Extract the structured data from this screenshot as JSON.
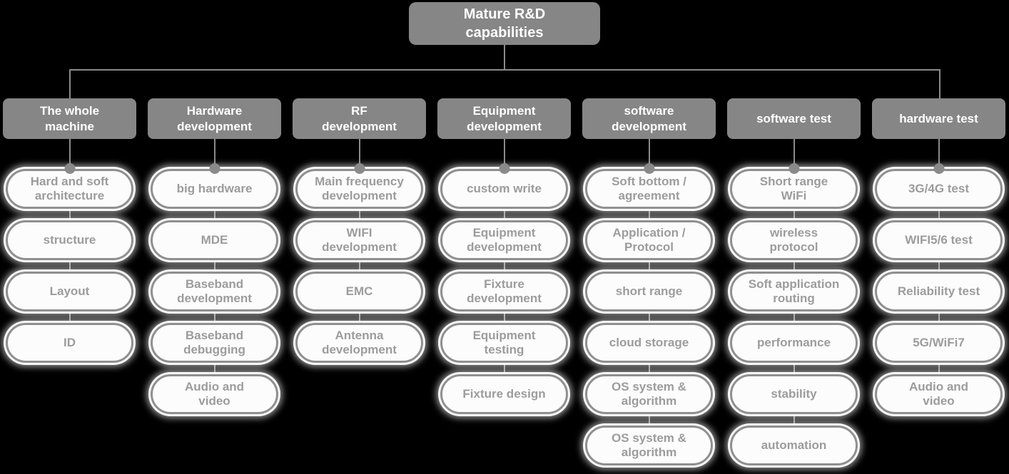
{
  "root": {
    "label": "Mature R&D\ncapabilities"
  },
  "columns": [
    {
      "header": "The whole\nmachine",
      "items": [
        "Hard and soft\narchitecture",
        "structure",
        "Layout",
        "ID"
      ]
    },
    {
      "header": "Hardware\ndevelopment",
      "items": [
        "big hardware",
        "MDE",
        "Baseband\ndevelopment",
        "Baseband\ndebugging",
        "Audio and\nvideo"
      ]
    },
    {
      "header": "RF\ndevelopment",
      "items": [
        "Main frequency\ndevelopment",
        "WIFI\ndevelopment",
        "EMC",
        "Antenna\ndevelopment"
      ]
    },
    {
      "header": "Equipment\ndevelopment",
      "items": [
        "custom write",
        "Equipment\ndevelopment",
        "Fixture\ndevelopment",
        "Equipment\ntesting",
        "Fixture design"
      ]
    },
    {
      "header": "software\ndevelopment",
      "items": [
        "Soft bottom /\nagreement",
        "Application /\nProtocol",
        "short range",
        "cloud storage",
        "OS system &\nalgorithm",
        "OS system &\nalgorithm"
      ]
    },
    {
      "header": "software test",
      "items": [
        "Short range\nWiFi",
        "wireless\nprotocol",
        "Soft application\nrouting",
        "performance",
        "stability",
        "automation"
      ]
    },
    {
      "header": "hardware test",
      "items": [
        "3G/4G test",
        "WIFI5/6 test",
        "Reliability test",
        "5G/WiFi7",
        "Audio and\nvideo"
      ]
    }
  ],
  "colors": {
    "background": "#000000",
    "node_gray": "#868686",
    "connector_gray": "#8a8a8a",
    "child_fill": "#fcfcfc",
    "child_border": "#8f8f8f",
    "child_text": "#9c9c9c",
    "header_text": "#ffffff"
  }
}
